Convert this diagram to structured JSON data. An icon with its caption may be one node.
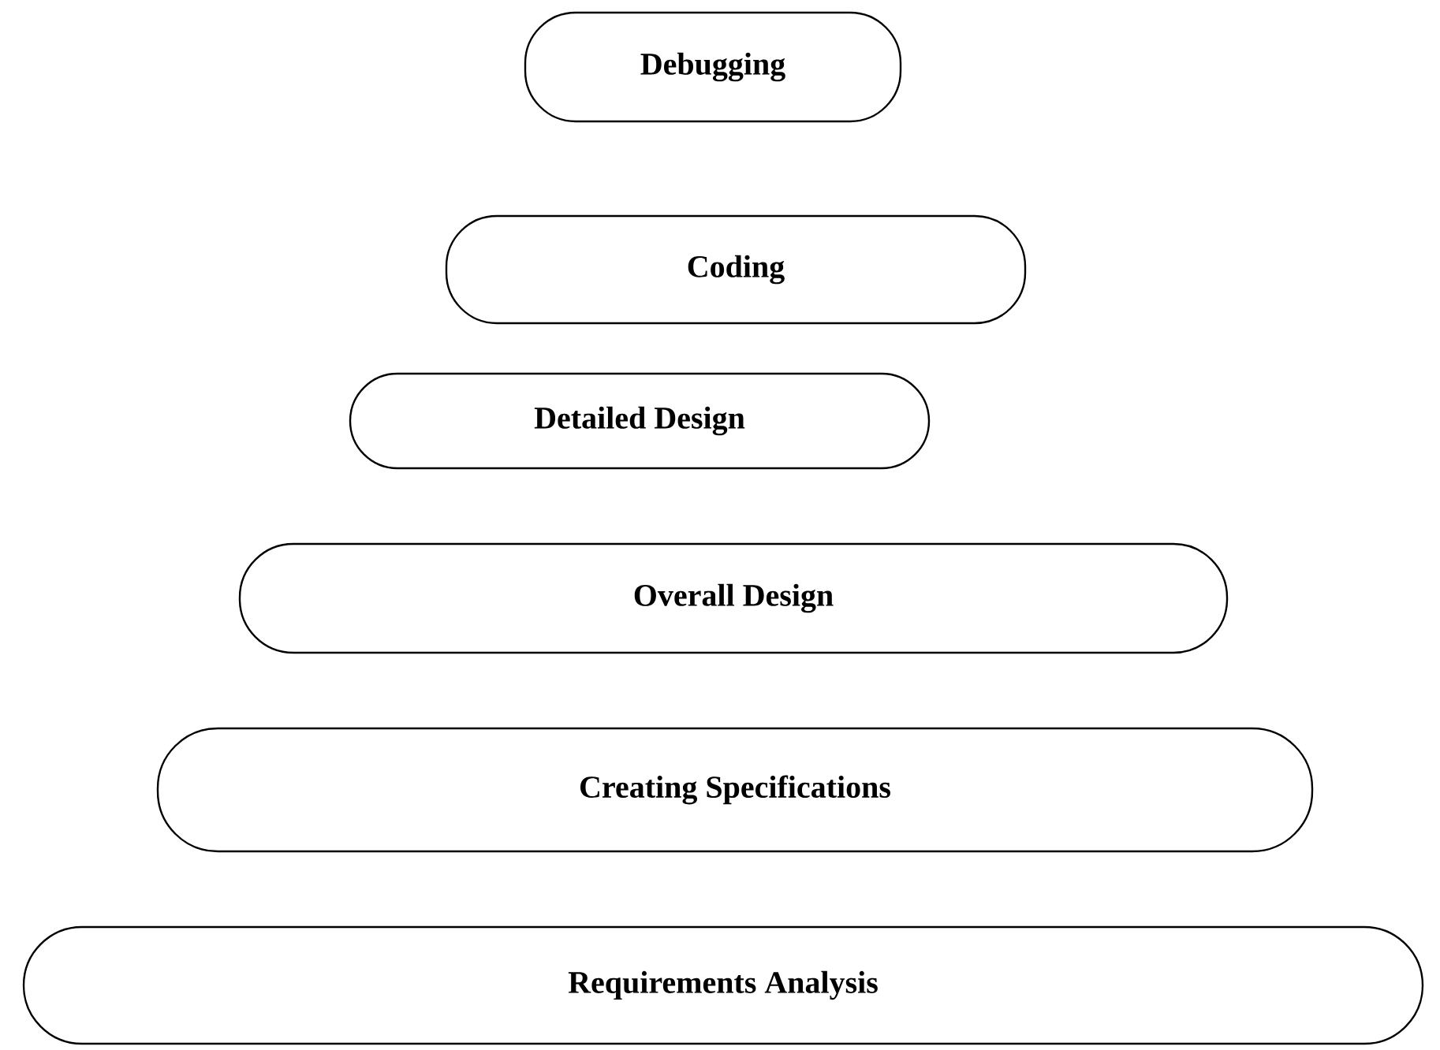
{
  "diagram": {
    "nodes": [
      {
        "text": [
          "Debugging"
        ]
      },
      {
        "text": [
          "Coding"
        ]
      },
      {
        "text": [
          "Detailed Design"
        ]
      },
      {
        "text": [
          "Overall Design"
        ]
      },
      {
        "text": [
          "Creating Specifications"
        ]
      },
      {
        "text": [
          "Requirements Analysis"
        ]
      }
    ]
  }
}
